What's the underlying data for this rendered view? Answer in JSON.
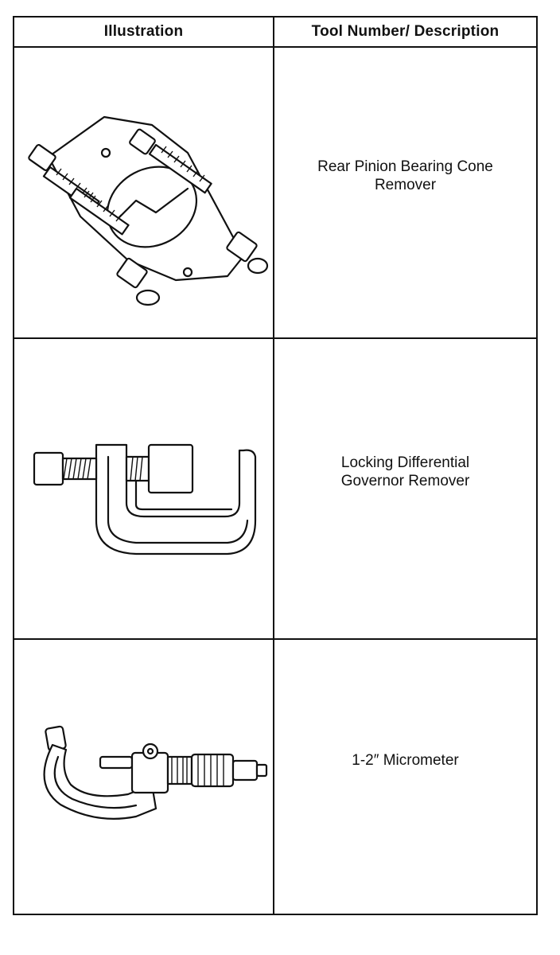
{
  "table": {
    "headers": {
      "illustration": "Illustration",
      "description": "Tool Number/ Description"
    },
    "rows": [
      {
        "icon": "bearing-cone-remover-icon",
        "description_lines": [
          "Rear Pinion Bearing Cone",
          "Remover"
        ]
      },
      {
        "icon": "governor-remover-clamp-icon",
        "description_lines": [
          "Locking Differential",
          "Governor Remover"
        ]
      },
      {
        "icon": "micrometer-icon",
        "description_lines": [
          "1-2″ Micrometer"
        ]
      }
    ]
  }
}
